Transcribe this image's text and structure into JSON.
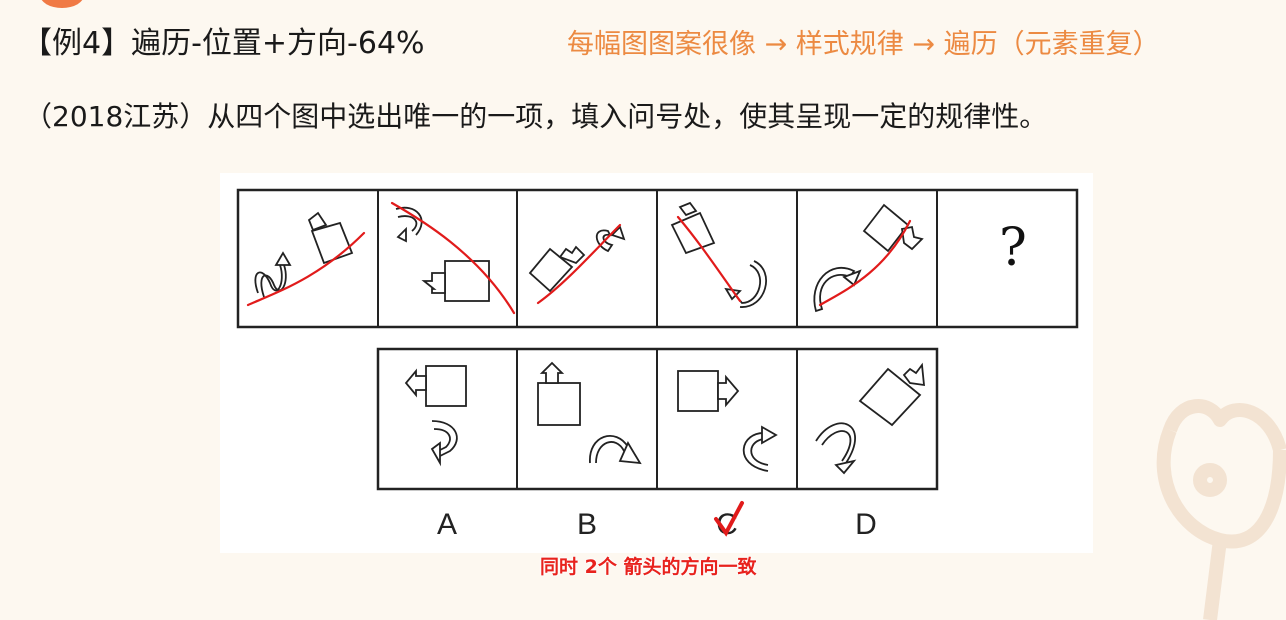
{
  "header": {
    "title": "【例4】遍历-位置+方向-64%",
    "subtitle": "每幅图图案很像 → 样式规律 → 遍历（元素重复）"
  },
  "question": {
    "text": "（2018江苏）从四个图中选出唯一的一项，填入问号处，使其呈现一定的规律性。",
    "unknown_mark": "?"
  },
  "options": {
    "labels": [
      "A",
      "B",
      "C",
      "D"
    ],
    "correct": "C"
  },
  "annotation": {
    "check_mark": "✓",
    "note": "同时 2个 箭头的方向一致"
  },
  "colors": {
    "title": "#1a1a1a",
    "subtitle": "#ec8a42",
    "annotation": "#e8221d",
    "background": "#fdf8f0"
  }
}
